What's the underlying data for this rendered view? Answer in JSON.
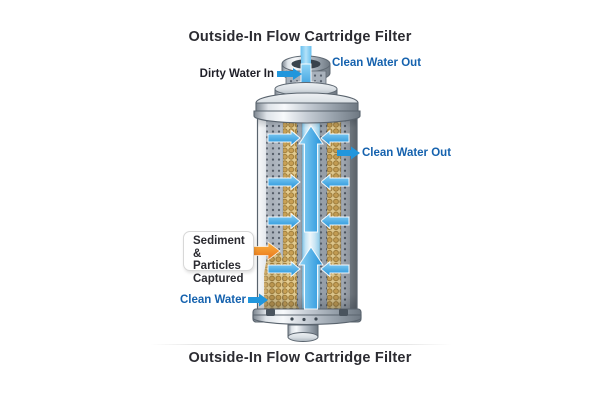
{
  "titles": {
    "top": "Outside-In Flow Cartridge Filter",
    "bottom": "Outside-In Flow Cartridge Filter"
  },
  "labels": {
    "dirty_water_in": "Dirty Water In",
    "clean_water_out_top": "Clean Water Out",
    "clean_water_out_side": "Clean Water Out",
    "clean_water": "Clean Water",
    "sediment_captured_lines": [
      "Sediment &",
      "Particles",
      "Captured"
    ]
  },
  "colors": {
    "label_blue": "#1562ae",
    "title_text": "#2b2b31",
    "flow_arrow_blue": "#2196dc",
    "sediment_arrow_orange": "#f08c1e",
    "media_gold": "#d9b873",
    "metal_gray": "#c2cad2",
    "background": "#ffffff"
  }
}
